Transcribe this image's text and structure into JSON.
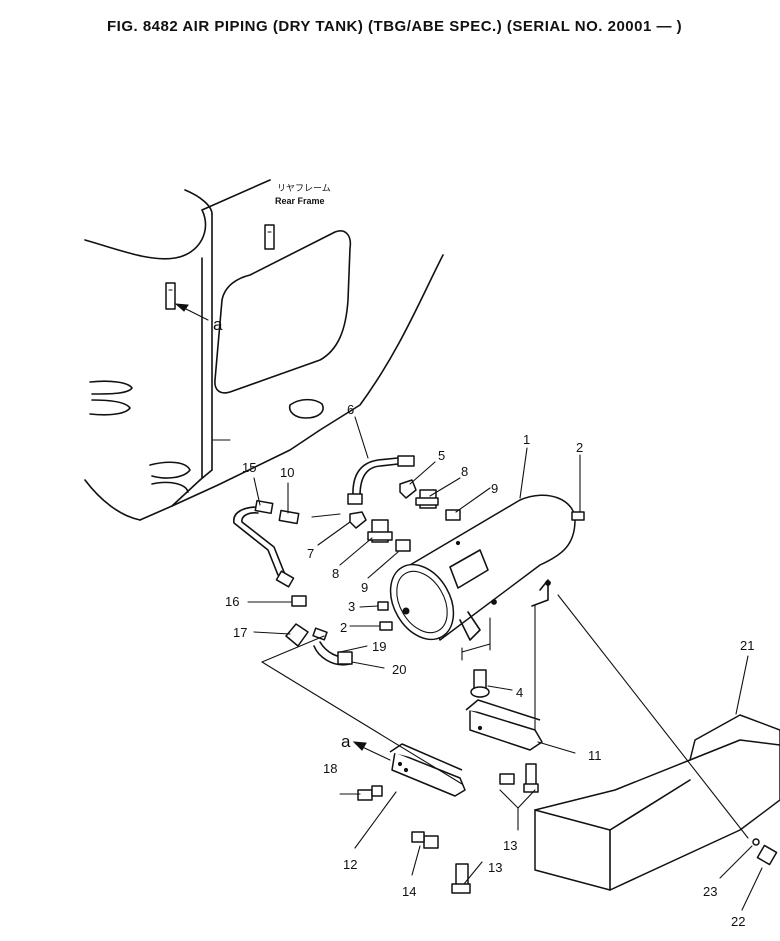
{
  "title": "FIG. 8482  AIR PIPING (DRY TANK) (TBG/ABE SPEC.) (SERIAL NO. 20001 — )",
  "frame_label_jp": "リヤフレーム",
  "frame_label_en": "Rear Frame",
  "ref_mark": "a",
  "callouts": {
    "p1": "1",
    "p2a": "2",
    "p2b": "2",
    "p3": "3",
    "p4": "4",
    "p5": "5",
    "p6": "6",
    "p7": "7",
    "p8a": "8",
    "p8b": "8",
    "p9a": "9",
    "p9b": "9",
    "p10": "10",
    "p11": "11",
    "p12": "12",
    "p13a": "13",
    "p13b": "13",
    "p14": "14",
    "p15": "15",
    "p16": "16",
    "p17": "17",
    "p18": "18",
    "p19": "19",
    "p20": "20",
    "p21": "21",
    "p22": "22",
    "p23": "23"
  }
}
